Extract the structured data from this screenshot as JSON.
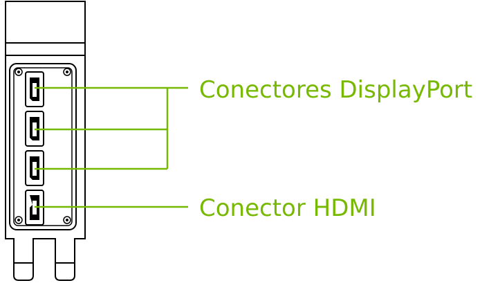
{
  "colors": {
    "accent": "#76b900",
    "outline": "#000000",
    "background": "#ffffff"
  },
  "labels": {
    "displayport": "Conectores DisplayPort",
    "hdmi": "Conector HDMI"
  },
  "ports": [
    {
      "type": "displayport",
      "group": "displayport"
    },
    {
      "type": "displayport",
      "group": "displayport"
    },
    {
      "type": "displayport",
      "group": "displayport"
    },
    {
      "type": "hdmi",
      "group": "hdmi"
    }
  ]
}
